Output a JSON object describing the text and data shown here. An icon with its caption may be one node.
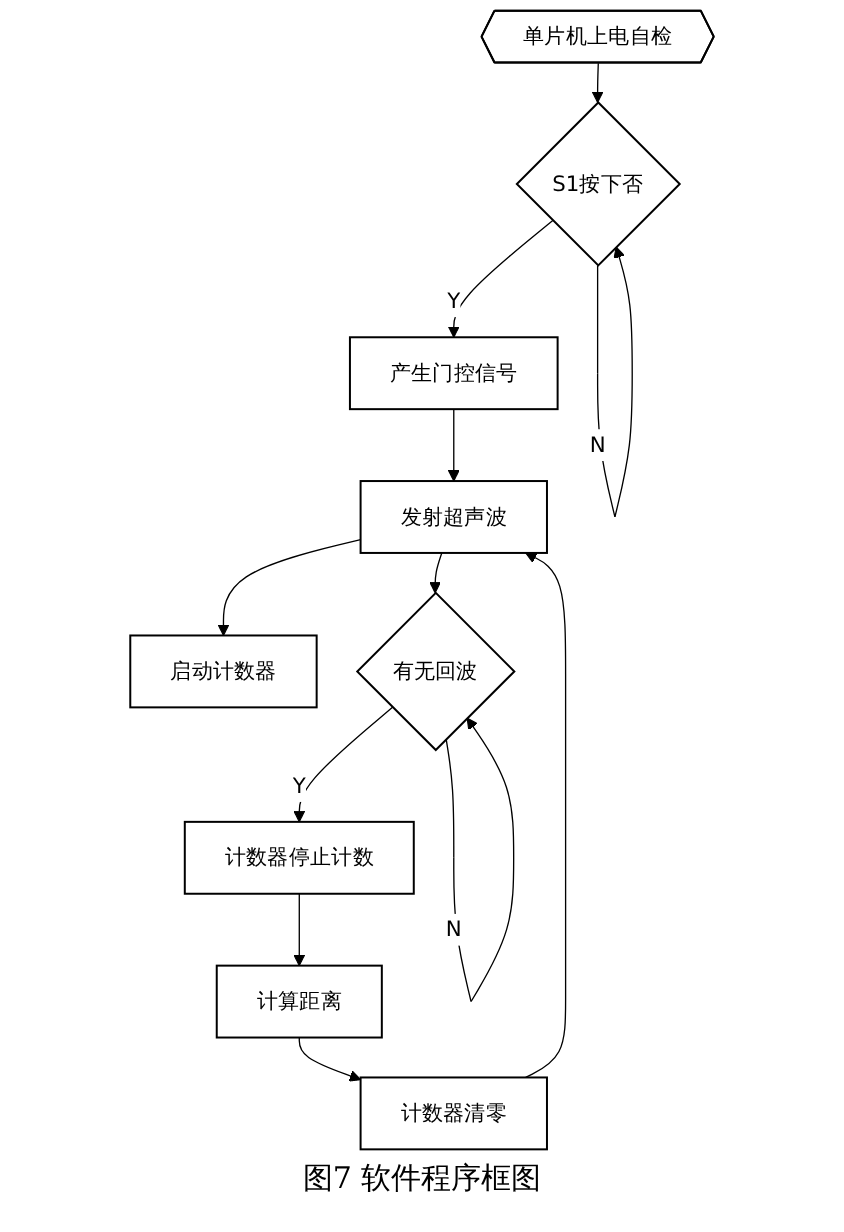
{
  "diagram": {
    "caption": "图7 软件程序框图",
    "nodes": [
      {
        "text": [
          "单片机上电自检"
        ]
      },
      {
        "text": [
          "S1按下否"
        ]
      },
      {
        "text": [
          "产生门控信号"
        ]
      },
      {
        "text": [
          "发射超声波"
        ]
      },
      {
        "text": [
          "启动计数器"
        ]
      },
      {
        "text": [
          "有无回波"
        ]
      },
      {
        "text": [
          "计数器停止计数"
        ]
      },
      {
        "text": [
          "计算距离"
        ]
      },
      {
        "text": [
          "计数器清零"
        ]
      }
    ],
    "edges": [
      {
        "from": 0,
        "to": 1,
        "arrow": "to"
      },
      {
        "from": 1,
        "to": 1,
        "arrow": "to",
        "label": "N"
      },
      {
        "from": 1,
        "to": 2,
        "arrow": "to",
        "label": "Y"
      },
      {
        "from": 2,
        "to": 3,
        "arrow": "to"
      },
      {
        "from": 3,
        "to": 4,
        "arrow": "to"
      },
      {
        "from": 3,
        "to": 5,
        "arrow": "to"
      },
      {
        "from": 5,
        "to": 5,
        "arrow": "to",
        "label": "N"
      },
      {
        "from": 5,
        "to": 6,
        "arrow": "to",
        "label": "Y"
      },
      {
        "from": 6,
        "to": 7,
        "arrow": "to"
      },
      {
        "from": 7,
        "to": 8,
        "arrow": "to"
      },
      {
        "from": 8,
        "to": 3,
        "arrow": "to"
      }
    ]
  }
}
